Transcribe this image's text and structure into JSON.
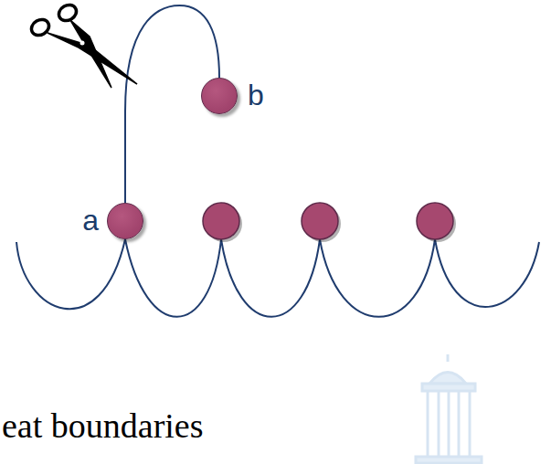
{
  "diagram": {
    "nodes": [
      {
        "text": [
          "a"
        ]
      },
      {
        "text": [
          "b"
        ]
      }
    ],
    "edges": [
      {
        "from": 0,
        "to": 1,
        "arrow": "none"
      }
    ],
    "labels": [
      "eat boundaries"
    ]
  }
}
